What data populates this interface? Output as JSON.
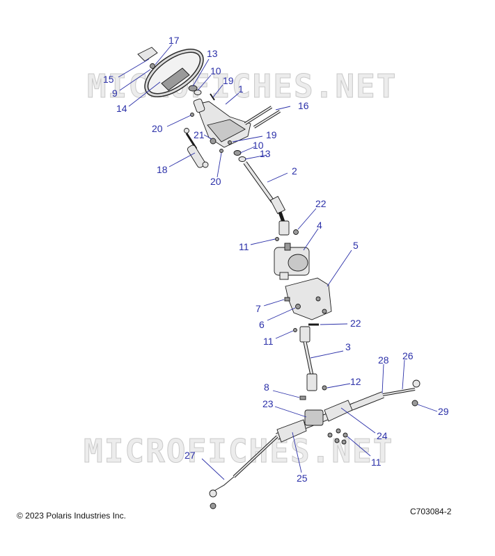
{
  "watermark": "MICROFICHES.NET",
  "copyright": "© 2023 Polaris Industries Inc.",
  "drawing_number": "C703084-2",
  "callouts": {
    "c17": "17",
    "c15": "15",
    "c9": "9",
    "c13a": "13",
    "c10a": "10",
    "c19a": "19",
    "c1": "1",
    "c14": "14",
    "c16": "16",
    "c20a": "20",
    "c21": "21",
    "c19b": "19",
    "c10b": "10",
    "c13b": "13",
    "c18": "18",
    "c20b": "20",
    "c2": "2",
    "c22a": "22",
    "c4": "4",
    "c11a": "11",
    "c5": "5",
    "c7": "7",
    "c6": "6",
    "c22b": "22",
    "c11b": "11",
    "c3": "3",
    "c28": "28",
    "c26": "26",
    "c8": "8",
    "c12": "12",
    "c29": "29",
    "c23": "23",
    "c24": "24",
    "c27": "27",
    "c25": "25",
    "c11c": "11"
  },
  "colors": {
    "callout": "#2a2fa8",
    "line": "#1a1a1a",
    "watermark": "#c9c9c9"
  }
}
